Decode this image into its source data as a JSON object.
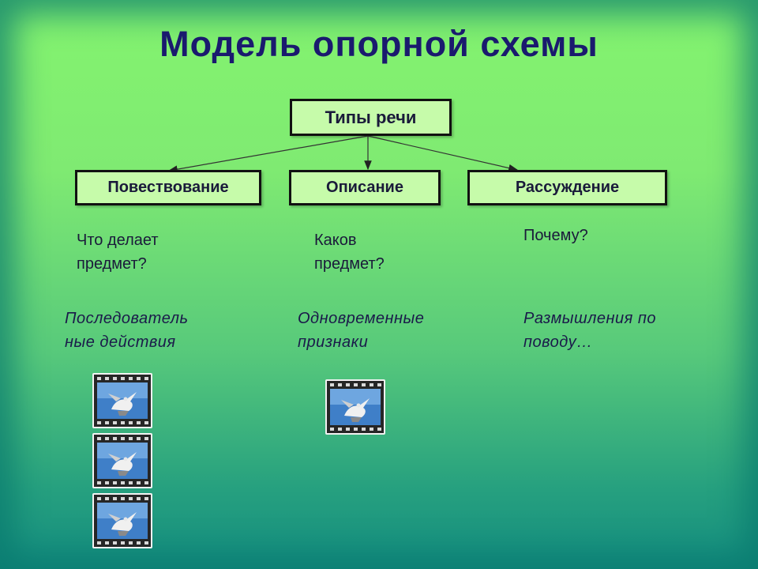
{
  "title": "Модель опорной схемы",
  "root": {
    "label": "Типы речи"
  },
  "types": [
    {
      "label": "Повествование",
      "question": [
        "Что делает",
        "предмет?"
      ],
      "description": [
        "Последователь",
        "ные действия"
      ]
    },
    {
      "label": "Описание",
      "question": [
        "Каков",
        "предмет?"
      ],
      "description": [
        "Одновременные",
        "признаки"
      ]
    },
    {
      "label": "Рассуждение",
      "question": [
        "Почему?"
      ],
      "description": [
        "Размышления по",
        "поводу…"
      ]
    }
  ],
  "colors": {
    "background_top": "#84f46f",
    "background_bottom": "#158e80",
    "title": "#1a1a6e",
    "box_fill": "#c6fbaa"
  },
  "media_icon": "film-frame-icon"
}
